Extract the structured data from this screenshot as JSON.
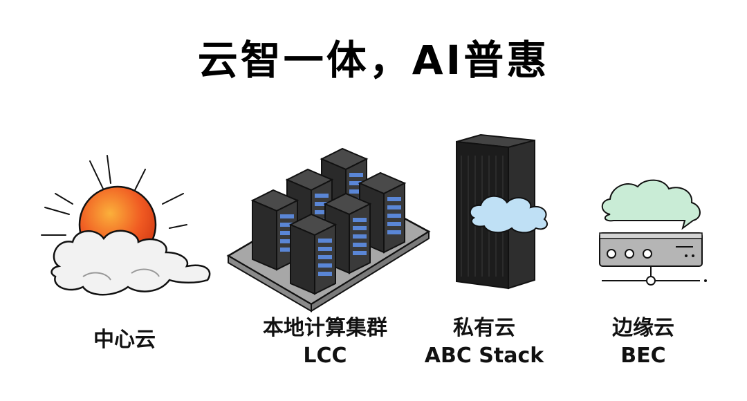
{
  "title": "云智一体，AI普惠",
  "items": [
    {
      "icon": "sun-cloud-icon",
      "line1": "中心云",
      "line2": ""
    },
    {
      "icon": "server-cluster-icon",
      "line1": "本地计算集群",
      "line2": "LCC"
    },
    {
      "icon": "server-rack-cloud-icon",
      "line1": "私有云",
      "line2": "ABC Stack"
    },
    {
      "icon": "edge-device-cloud-icon",
      "line1": "边缘云",
      "line2": "BEC"
    }
  ],
  "colors": {
    "sun": "#f05a22",
    "cloud_white": "#f2f2f2",
    "cloud_blue": "#bfe0f5",
    "cloud_green": "#c9ecd6",
    "server_dark": "#2a2a2a",
    "server_led": "#5a86d6",
    "platform": "#a7a7a7"
  }
}
